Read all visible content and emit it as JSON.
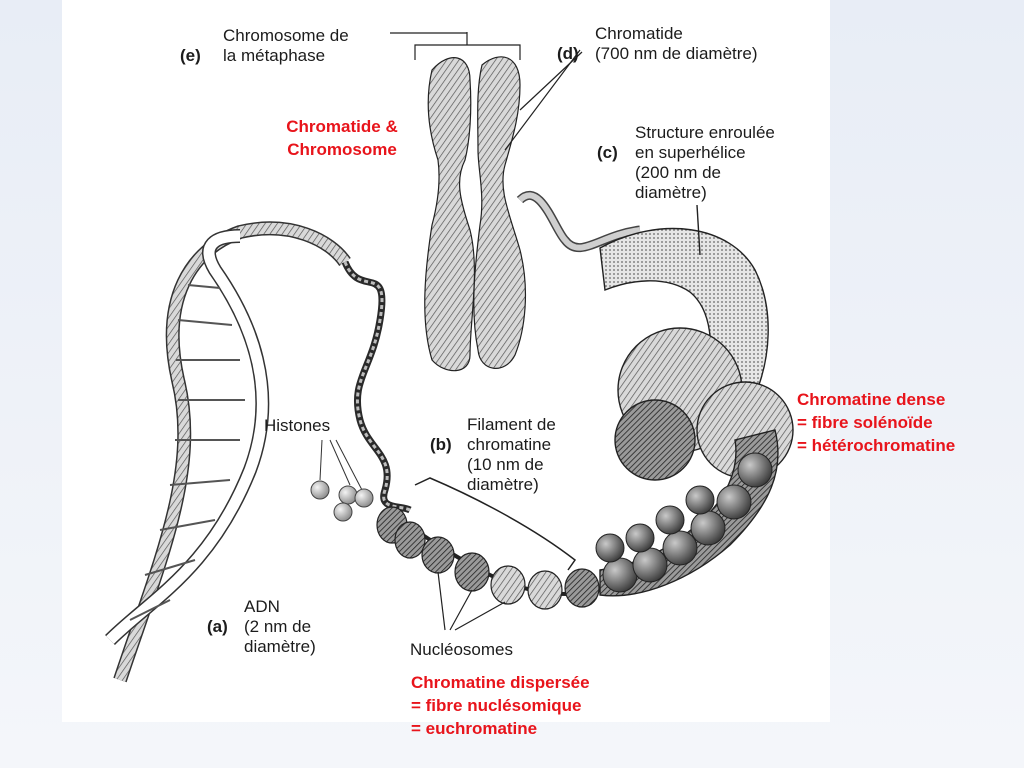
{
  "labels": {
    "e": {
      "tag": "(e)",
      "text": "Chromosome de\nla métaphase"
    },
    "d": {
      "tag": "(d)",
      "text": "Chromatide\n(700 nm de diamètre)"
    },
    "c": {
      "tag": "(c)",
      "text": "Structure enroulée\nen superhélice\n(200 nm de\ndiamètre)"
    },
    "b": {
      "tag": "(b)",
      "text": "Filament de\nchromatine\n(10 nm de\ndiamètre)"
    },
    "a": {
      "tag": "(a)",
      "text": "ADN\n(2 nm de\ndiamètre)"
    },
    "histones": "Histones",
    "nucleosomes": "Nucléosomes"
  },
  "annotations": {
    "chromatide_chromosome": "Chromatide &\nChromosome",
    "dense": "Chromatine dense\n= fibre solénoïde\n= hétérochromatine",
    "dispersee": "Chromatine dispersée\n= fibre nuclésomique\n= euchromatine"
  },
  "colors": {
    "annotation": "#e8141b",
    "ink": "#1c1c1c"
  }
}
